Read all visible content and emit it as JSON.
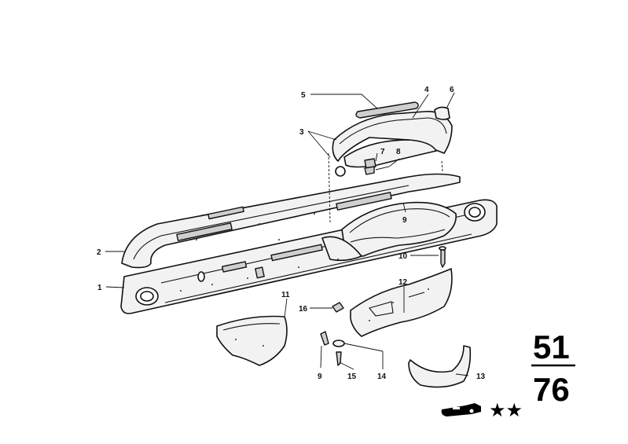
{
  "diagram": {
    "callouts": [
      "1",
      "2",
      "3",
      "4",
      "5",
      "6",
      "7",
      "8",
      "9",
      "10",
      "11",
      "12",
      "13",
      "14",
      "15",
      "16",
      "9"
    ],
    "group_top": "51",
    "group_bottom": "76",
    "stars": "★★"
  }
}
